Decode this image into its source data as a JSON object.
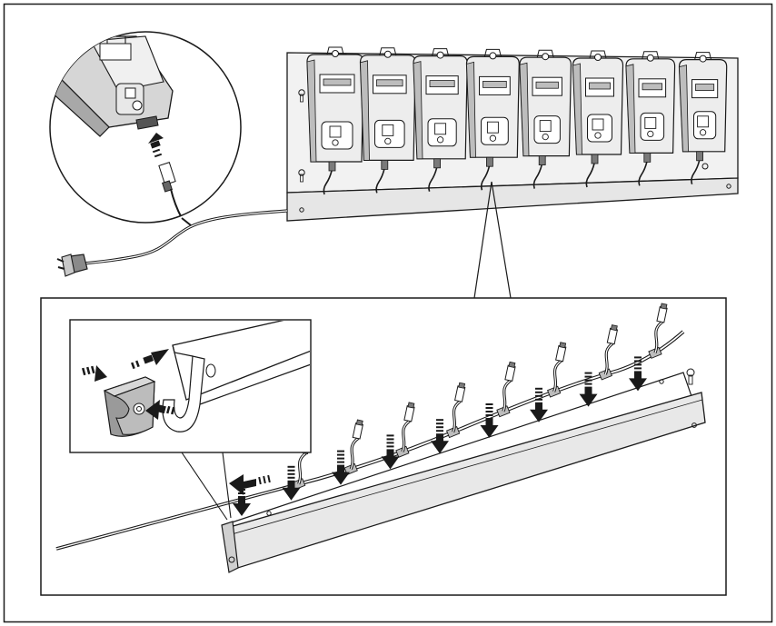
{
  "diagram": {
    "type": "installation-illustration",
    "charger_slots": 8,
    "cable_connectors": 8,
    "push_arrows": 9,
    "colors": {
      "line": "#1a1a1a",
      "fill_light": "#ededed",
      "fill_mid": "#bdbdbd",
      "fill_dark": "#7a7a7a",
      "background": "#ffffff"
    }
  }
}
